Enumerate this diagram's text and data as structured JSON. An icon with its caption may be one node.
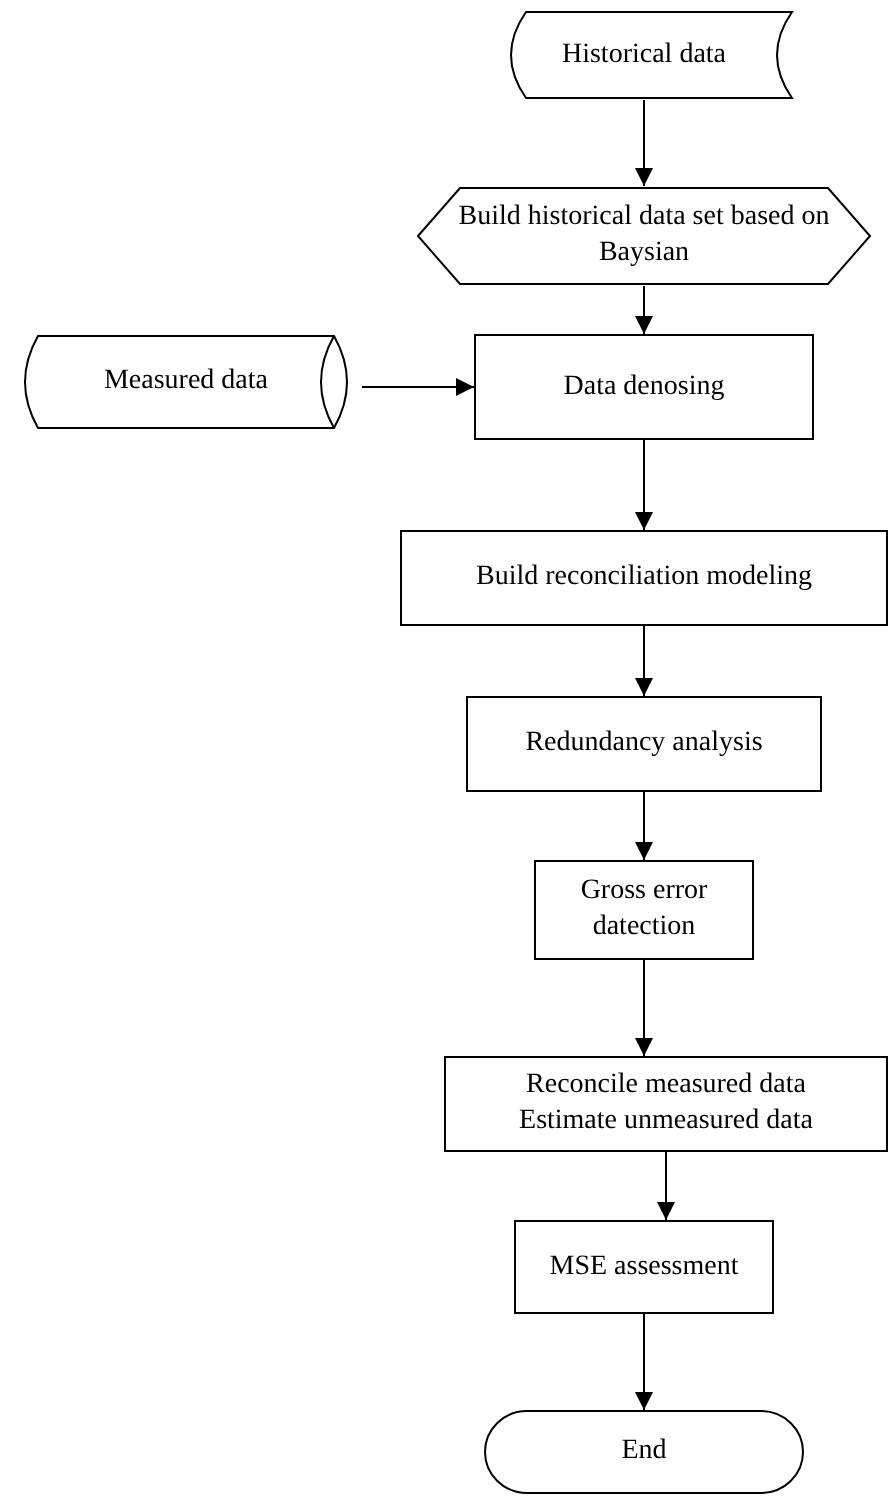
{
  "diagram": {
    "nodes": [
      {
        "text": [
          "Historical data"
        ]
      },
      {
        "text": [
          "Build historical data set based on Baysian"
        ]
      },
      {
        "text": [
          "Measured data"
        ]
      },
      {
        "text": [
          "Data denosing"
        ]
      },
      {
        "text": [
          "Build reconciliation modeling"
        ]
      },
      {
        "text": [
          "Redundancy analysis"
        ]
      },
      {
        "text": [
          "Gross error datection"
        ]
      },
      {
        "text": [
          "Reconcile measured data",
          "Estimate unmeasured data"
        ]
      },
      {
        "text": [
          "MSE assessment"
        ]
      },
      {
        "text": [
          "End"
        ]
      }
    ],
    "edges": [
      {
        "from": 0,
        "to": 1,
        "arrow": "to"
      },
      {
        "from": 1,
        "to": 3,
        "arrow": "to"
      },
      {
        "from": 2,
        "to": 3,
        "arrow": "to"
      },
      {
        "from": 3,
        "to": 4,
        "arrow": "to"
      },
      {
        "from": 4,
        "to": 5,
        "arrow": "to"
      },
      {
        "from": 5,
        "to": 6,
        "arrow": "to"
      },
      {
        "from": 6,
        "to": 7,
        "arrow": "to"
      },
      {
        "from": 7,
        "to": 8,
        "arrow": "to"
      },
      {
        "from": 8,
        "to": 9,
        "arrow": "to"
      }
    ]
  }
}
